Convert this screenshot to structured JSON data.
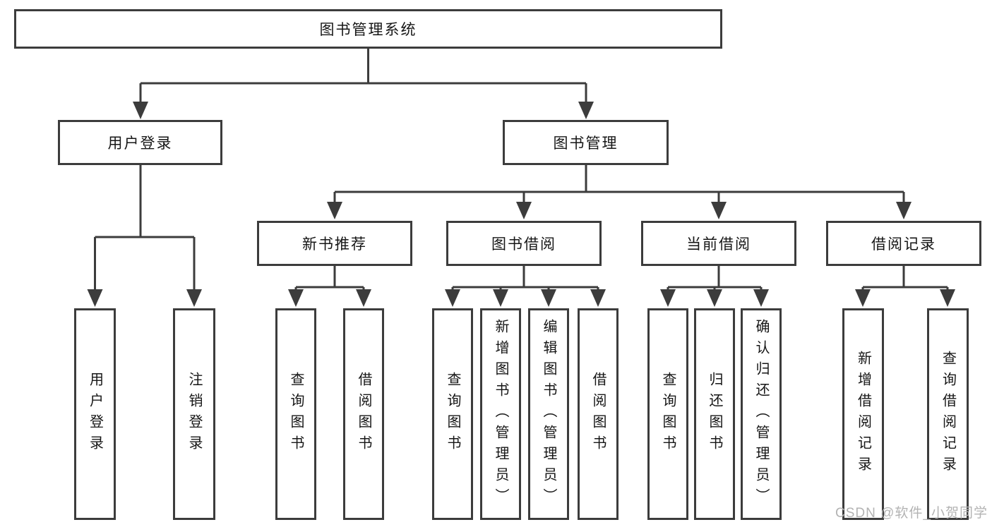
{
  "tree": {
    "root": "图书管理系统",
    "branches": [
      {
        "label": "用户登录",
        "children": [
          "用户登录",
          "注销登录"
        ]
      },
      {
        "label": "图书管理",
        "subgroups": [
          {
            "label": "新书推荐",
            "children": [
              "查询图书",
              "借阅图书"
            ]
          },
          {
            "label": "图书借阅",
            "children": [
              "查询图书",
              "新增图书（管理员）",
              "编辑图书（管理员）",
              "借阅图书"
            ]
          },
          {
            "label": "当前借阅",
            "children": [
              "查询图书",
              "归还图书",
              "确认归还（管理员）"
            ]
          },
          {
            "label": "借阅记录",
            "children": [
              "新增借阅记录",
              "查询借阅记录"
            ]
          }
        ]
      }
    ]
  },
  "watermark": "CSDN @软件_小贺同学",
  "colors": {
    "line": "#3c3c3c",
    "text": "#161616",
    "watermark": "#b3b3b3",
    "background": "#ffffff"
  }
}
